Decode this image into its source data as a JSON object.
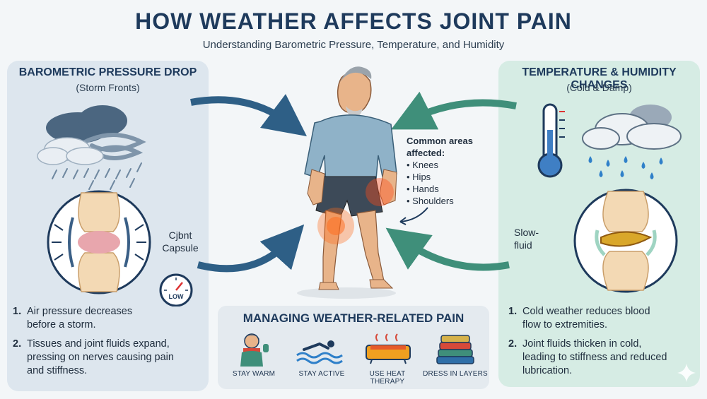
{
  "title": "HOW WEATHER AFFECTS JOINT PAIN",
  "subtitle": "Understanding Barometric Pressure, Temperature, and Humidity",
  "left_panel": {
    "heading": "BAROMETRIC PRESSURE DROP",
    "subheading": "(Storm Fronts)",
    "joint_label_1": "Cjbnt",
    "joint_label_2": "Capsule",
    "gauge_label": "LOW",
    "points": [
      {
        "num": "1.",
        "line1": "Air pressure decreases",
        "line2": "before a storm."
      },
      {
        "num": "2.",
        "line1": "Tissues and joint fluids expand,",
        "line2": "pressing on nerves causing pain",
        "line3": "and stiffness."
      }
    ]
  },
  "right_panel": {
    "heading": "TEMPERATURE & HUMIDITY CHANGES",
    "subheading": "(Cold & Damp)",
    "joint_label_1": "Slow-",
    "joint_label_2": "fluid",
    "points": [
      {
        "num": "1.",
        "line1": "Cold weather reduces blood",
        "line2": "flow to extremities."
      },
      {
        "num": "2.",
        "line1": "Joint fluids thicken in cold,",
        "line2": "leading to stiffness and reduced",
        "line3": "lubrication."
      }
    ]
  },
  "center": {
    "areas_heading_1": "Common areas",
    "areas_heading_2": "affected:",
    "areas": [
      "Knees",
      "Hips",
      "Hands",
      "Shoulders"
    ]
  },
  "bottom_panel": {
    "heading": "MANAGING WEATHER-RELATED PAIN",
    "tips": [
      "STAY WARM",
      "STAY ACTIVE",
      "USE HEAT THERAPY",
      "DRESS IN LAYERS"
    ]
  },
  "colors": {
    "navy": "#1e3a5c",
    "left_panel": "#dde6ee",
    "right_panel": "#d6ece4",
    "arrow_left": "#2e5f86",
    "arrow_right": "#3f8f7a",
    "pain": "#ff6a1a"
  }
}
